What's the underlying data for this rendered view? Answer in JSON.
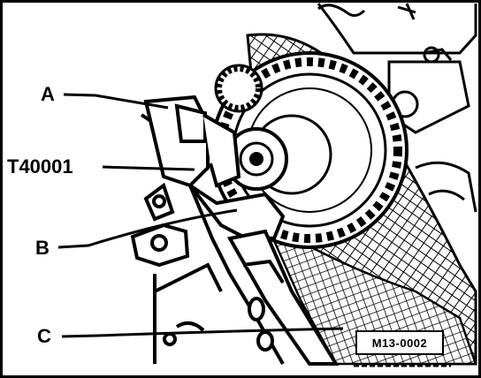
{
  "callouts": {
    "a": "A",
    "t40001": "T40001",
    "b": "B",
    "c": "C"
  },
  "figure_ref": "M13-0002"
}
